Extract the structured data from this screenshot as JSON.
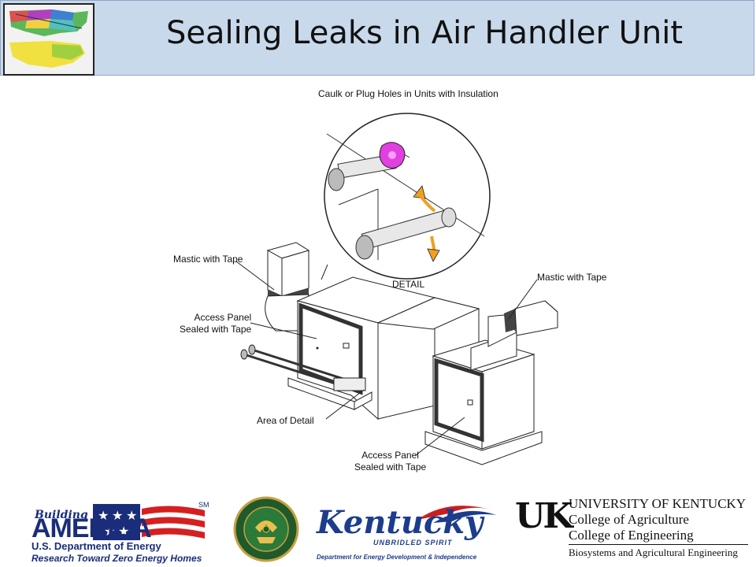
{
  "slide": {
    "title": "Sealing Leaks in Air Handler Unit"
  },
  "diagram": {
    "detail_caption": "Caulk or Plug Holes in Units with Insulation",
    "detail_label": "DETAIL",
    "mastic_left": "Mastic with Tape",
    "mastic_right": "Mastic with Tape",
    "access_panel_1": [
      "Access Panel",
      "Sealed with Tape"
    ],
    "area_of_detail": "Area of Detail",
    "access_panel_2": [
      "Access Panel",
      "Sealed with Tape"
    ]
  },
  "logos": {
    "building_america": {
      "script": "Building",
      "big": "AMERICA",
      "sm": "SM",
      "line1": "U.S. Department of Energy",
      "line2": "Research Toward Zero Energy Homes"
    },
    "kentucky": {
      "word": "Kentucky",
      "tagline": "UNBRIDLED SPIRIT",
      "dept": "Department for Energy Development & Independence"
    },
    "uk": {
      "mark": "UK",
      "l1": "UNIVERSITY OF KENTUCKY",
      "l2": "College of Agriculture",
      "l3": "College of Engineering",
      "l4": "Biosystems and Agricultural Engineering"
    }
  },
  "colors": {
    "header_bg": "#c9d9ec",
    "plug": "#e040e0",
    "arrow": "#f0a020"
  }
}
